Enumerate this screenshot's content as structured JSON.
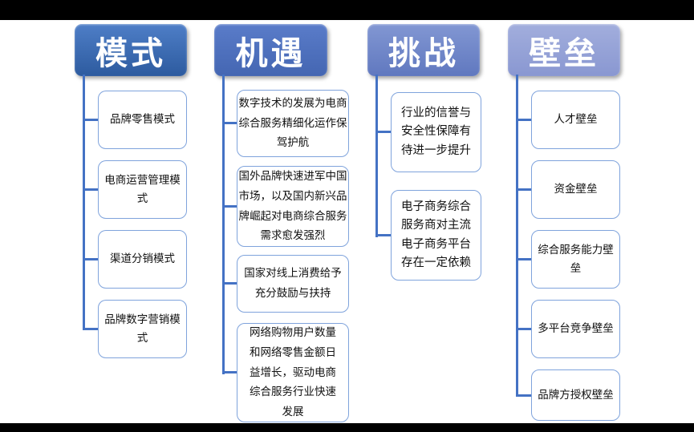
{
  "slide": {
    "background_color": "#ffffff",
    "letterbox_color": "#000000",
    "connector_color": "#4472C4",
    "node_border_color": "#7FA3DC",
    "columns": [
      {
        "id": "mode",
        "title": "模式",
        "header_colors": {
          "top": "#4e7ec7",
          "bottom": "#2d5b9f"
        },
        "items": [
          {
            "text": "品牌零售模式"
          },
          {
            "text": "电商运营管理模\n式"
          },
          {
            "text": "渠道分销模式"
          },
          {
            "text": "品牌数字营销模\n式"
          }
        ]
      },
      {
        "id": "opportunity",
        "title": "机遇",
        "header_colors": {
          "top": "#5a7cc9",
          "bottom": "#4466b2"
        },
        "items": [
          {
            "text": "数字技术的发展为电商\n综合服务精细化运作保\n驾护航"
          },
          {
            "text": "国外品牌快速进军中国\n市场，以及国内新兴品\n牌崛起对电商综合服务\n需求愈发强烈"
          },
          {
            "text": "国家对线上消费给予\n充分鼓励与扶持"
          },
          {
            "text": "网络购物用户数量\n和网络零售金额日\n益增长，驱动电商\n综合服务行业快速\n发展"
          }
        ]
      },
      {
        "id": "challenge",
        "title": "挑战",
        "header_colors": {
          "top": "#8297d3",
          "bottom": "#6078bf"
        },
        "items": [
          {
            "text": "行业的信誉与\n安全性保障有\n待进一步提升"
          },
          {
            "text": "电子商务综合\n服务商对主流\n电子商务平台\n存在一定依赖"
          }
        ]
      },
      {
        "id": "barrier",
        "title": "壁垒",
        "header_colors": {
          "top": "#a2aedd",
          "bottom": "#8997d1"
        },
        "items": [
          {
            "text": "人才壁垒"
          },
          {
            "text": "资金壁垒"
          },
          {
            "text": "综合服务能力壁\n垒"
          },
          {
            "text": "多平台竞争壁垒"
          },
          {
            "text": "品牌方授权壁垒"
          }
        ]
      }
    ]
  }
}
